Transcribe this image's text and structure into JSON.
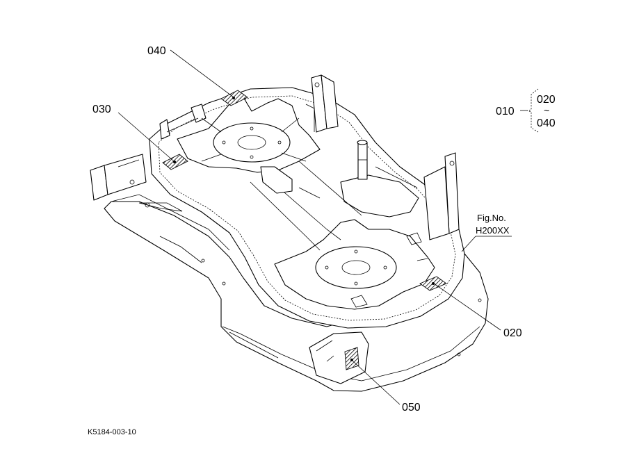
{
  "callouts": {
    "c040": "040",
    "c030": "030",
    "c020": "020",
    "c050": "050"
  },
  "assembly": {
    "parent": "010",
    "range_from": "020",
    "range_sep": "~",
    "range_to": "040"
  },
  "fig": {
    "label": "Fig.No.",
    "number": "H200XX"
  },
  "drawing_code": "K5184-003-10"
}
